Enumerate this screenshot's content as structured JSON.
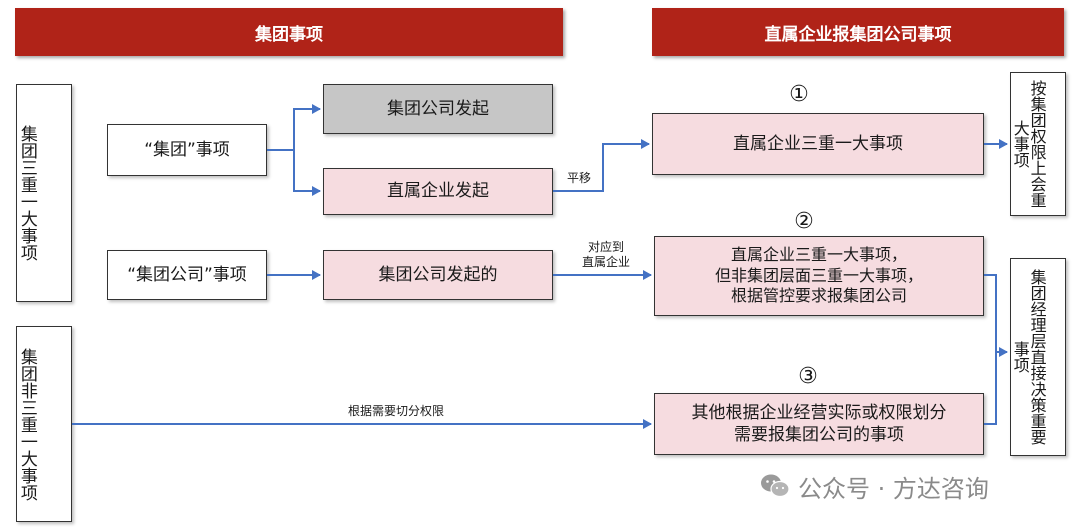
{
  "headers": {
    "left": "集团事项",
    "right": "直属企业报集团公司事项"
  },
  "left_labels": {
    "triple": "集团三重一大事项",
    "non_triple": "集团非三重一大事项"
  },
  "sources": {
    "group_matter": "“集团”事项",
    "group_company_matter": "“集团公司”事项"
  },
  "middle": {
    "group_initiated": "集团公司发起",
    "direct_initiated": "直属企业发起",
    "group_initiated_2": "集团公司发起的"
  },
  "edge_labels": {
    "shift": "平移",
    "map_to": "对应到\n直属企业",
    "split": "根据需要切分权限"
  },
  "circles": {
    "one": "①",
    "two": "②",
    "three": "③"
  },
  "matters": {
    "m1": "直属企业三重一大事项",
    "m2": "直属企业三重一大事项，\n但非集团层面三重一大事项，\n根据管控要求报集团公司",
    "m3": "其他根据企业经营实际或权限划分\n需要报集团公司的事项"
  },
  "decisions": {
    "d1": "按集团权限上会重大事项",
    "d2": "集团经理层直接决策重要事项"
  },
  "watermark": {
    "text": "公众号 · 方达咨询"
  },
  "colors": {
    "header_red": "#b02318",
    "pink_fill": "#f6dce0",
    "gray_fill": "#c6c6c6",
    "arrow_blue": "#4472c4"
  }
}
